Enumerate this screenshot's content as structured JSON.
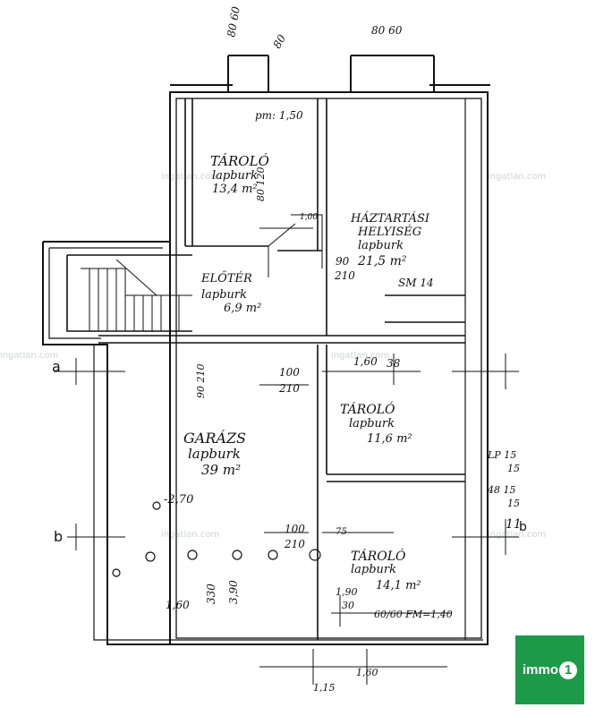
{
  "plan": {
    "rooms": {
      "tarolo_1": {
        "name": "TÁROLÓ",
        "floor": "lapburk",
        "area": "13,4 m²"
      },
      "haztartasi": {
        "name1": "HÁZTARTÁSI",
        "name2": "HELYISÉG",
        "floor": "lapburk",
        "area": "21,5 m²",
        "extra": "SM 14"
      },
      "eloter": {
        "name": "ELŐTÉR",
        "floor": "lapburk",
        "area": "6,9 m²"
      },
      "garazs": {
        "name": "GARÁZS",
        "floor": "lapburk",
        "area": "39 m²",
        "level": "-2,70"
      },
      "tarolo_2": {
        "name": "TÁROLÓ",
        "floor": "lapburk",
        "area": "11,6 m²"
      },
      "tarolo_3": {
        "name": "TÁROLÓ",
        "floor": "lapburk",
        "area": "14,1 m²"
      }
    },
    "dims": {
      "top_left": "80 60",
      "top_mid": "80",
      "top_right": "80 60",
      "pm": "pm: 1,50",
      "d_1": "1,00",
      "d_80_120": "80 120",
      "d_90_210": "90",
      "d_90_210b": "210",
      "d_100_210": "100",
      "d_100_210b": "210",
      "d_160": "1,60",
      "d_38": "38",
      "d_90_210c": "90 210",
      "d_100_210c": "100",
      "d_210c": "210",
      "d_75": "75",
      "d_lp15": "LP 15",
      "d_15a": "15",
      "d_48_15": "48 15",
      "d_15b": "15",
      "d_a": "a",
      "d_b": "b",
      "d_11": "11",
      "d_right_b": "b",
      "d_160_120": "1,60",
      "d_330": "330",
      "d_390": "3,90",
      "d_190": "1,90",
      "d_30": "30",
      "d_fm": "60/60 FM=1,40",
      "d_bottom": "1,15",
      "d_bottom2": "1,60"
    },
    "watermark": "ingatlan.com"
  },
  "logo": {
    "text": "immo",
    "digit": "1",
    "color": "#1c9a48"
  }
}
